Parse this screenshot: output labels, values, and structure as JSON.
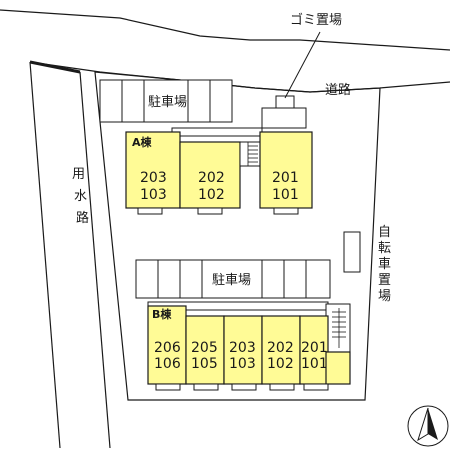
{
  "labels": {
    "garbage": "ゴミ置場",
    "road": "道路",
    "canal": [
      "用",
      "水",
      "路"
    ],
    "bicycle": [
      "自",
      "転",
      "車",
      "置",
      "場"
    ],
    "parking_top": "駐車場",
    "parking_mid": "駐車場"
  },
  "buildings": [
    {
      "name": "A棟",
      "units": [
        {
          "upper": "203",
          "lower": "103"
        },
        {
          "upper": "202",
          "lower": "102"
        },
        {
          "upper": "201",
          "lower": "101"
        }
      ]
    },
    {
      "name": "B棟",
      "units": [
        {
          "upper": "206",
          "lower": "106"
        },
        {
          "upper": "205",
          "lower": "105"
        },
        {
          "upper": "203",
          "lower": "103"
        },
        {
          "upper": "202",
          "lower": "102"
        },
        {
          "upper": "201",
          "lower": "101"
        }
      ]
    }
  ],
  "colors": {
    "building_fill": "#fffb96",
    "line": "#1a1a1a",
    "road_fill": "#ffffff",
    "canal_fill": "#ffffff"
  },
  "north_icon": "north-arrow-icon"
}
